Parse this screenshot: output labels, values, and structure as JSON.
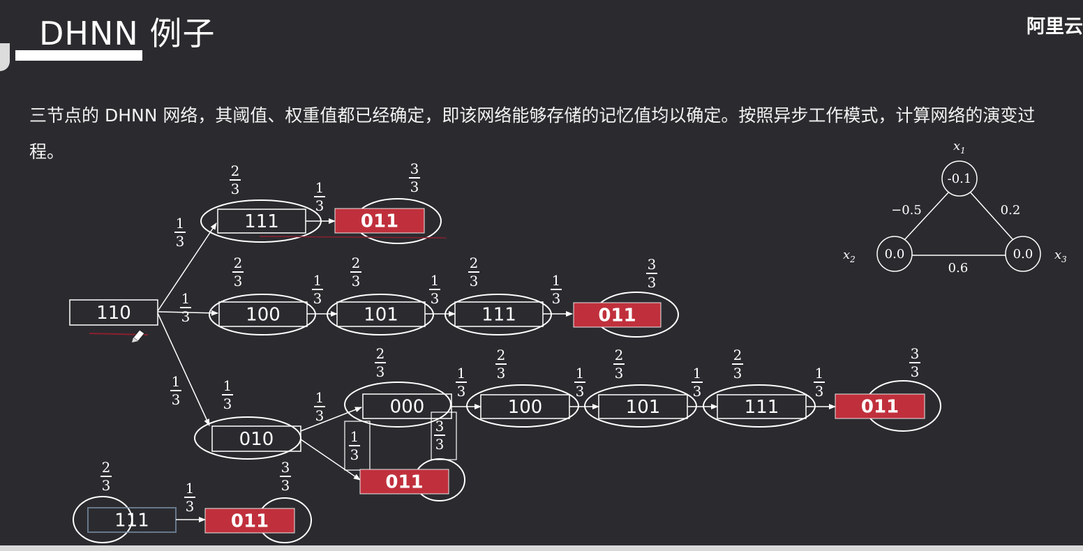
{
  "title": "DHNN 例子",
  "brand": "阿里云",
  "description": "三节点的 DHNN 网络，其阈值、权重值都已经确定，即该网络能够存储的记忆值均以确定。按照异步工作模式，计算网络的演变过程。",
  "colors": {
    "background": "#2b2b2f",
    "stable_state": "#c0303c",
    "line": "#ffffff",
    "highlight": "#8a2030"
  },
  "network": {
    "nodes": [
      {
        "label_main": "x",
        "label_sub": "1",
        "threshold": "-0.1"
      },
      {
        "label_main": "x",
        "label_sub": "2",
        "threshold": "0.0"
      },
      {
        "label_main": "x",
        "label_sub": "3",
        "threshold": "0.0"
      }
    ],
    "weights": {
      "w12": "−0.5",
      "w13": "0.2",
      "w23": "0.6"
    }
  },
  "fractions": {
    "one_third": [
      "1",
      "3"
    ],
    "two_thirds": [
      "2",
      "3"
    ],
    "three_thirds": [
      "3",
      "3"
    ]
  },
  "diagram": {
    "start": "110",
    "branches": [
      {
        "states": [
          "111",
          "011"
        ],
        "self_loops": [
          "2/3",
          "3/3"
        ],
        "transitions": [
          "1/3",
          "1/3"
        ]
      },
      {
        "states": [
          "100",
          "101",
          "111",
          "011"
        ],
        "self_loops": [
          "2/3",
          "2/3",
          "2/3",
          "3/3"
        ],
        "transitions": [
          "1/3",
          "1/3",
          "1/3",
          "1/3"
        ]
      },
      {
        "states": [
          "010",
          "000",
          "100",
          "101",
          "111",
          "011"
        ],
        "self_loops": [
          "1/3",
          "2/3",
          "2/3",
          "2/3",
          "2/3",
          "3/3"
        ],
        "transitions": [
          "1/3",
          "1/3",
          "1/3",
          "1/3",
          "1/3",
          "1/3"
        ]
      },
      {
        "states": [
          "010",
          "011"
        ],
        "self_loops": [
          "1/3",
          "3/3"
        ],
        "transitions": [
          "1/3"
        ]
      },
      {
        "states": [
          "111",
          "011"
        ],
        "self_loops": [
          "2/3",
          "3/3"
        ],
        "transitions": [
          "1/3"
        ]
      }
    ]
  }
}
